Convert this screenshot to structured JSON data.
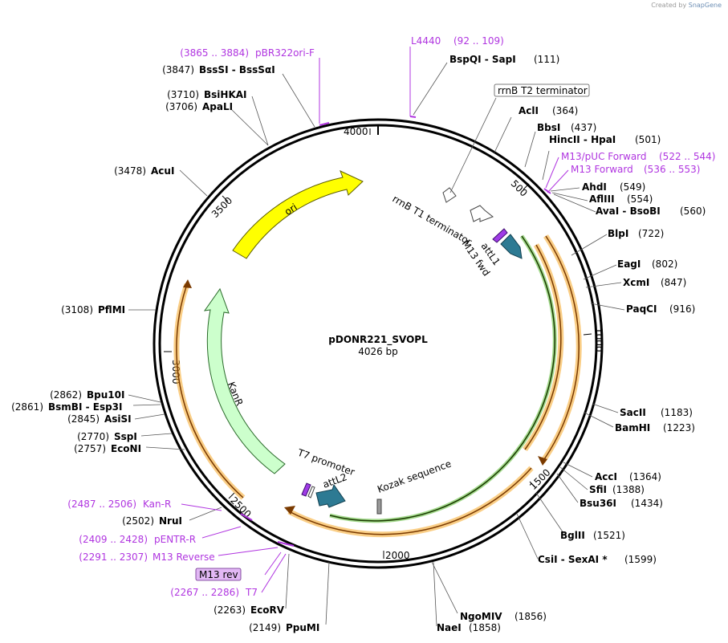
{
  "credit": {
    "prefix": "Created by",
    "brand": "SnapGene"
  },
  "plasmid": {
    "name": "pDONR221_SVOPL",
    "length": "4026 bp"
  },
  "ticks": [
    "500",
    "1000",
    "1500",
    "2000",
    "2500",
    "3000",
    "3500",
    "4000"
  ],
  "features": {
    "ori": "ori",
    "kanr": "KanR",
    "rrnb_t1": "rrnB T1 terminator",
    "rrnb_t2": "rrnB T2 terminator",
    "m13_fwd": "M13 fwd",
    "attl1": "attL1",
    "attl2": "attL2",
    "t7_promoter": "T7 promoter",
    "kozak": "Kozak sequence",
    "m13_rev": "M13 rev"
  },
  "sites": [
    {
      "pos": "(111)",
      "name": "BspQI  - SapI"
    },
    {
      "pos": "(364)",
      "name": "AclI"
    },
    {
      "pos": "(437)",
      "name": "BbsI"
    },
    {
      "pos": "(501)",
      "name": "HincII  - HpaI"
    },
    {
      "pos": "(549)",
      "name": "AhdI"
    },
    {
      "pos": "(554)",
      "name": "AflIII"
    },
    {
      "pos": "(560)",
      "name": "AvaI  - BsoBI"
    },
    {
      "pos": "(722)",
      "name": "BlpI"
    },
    {
      "pos": "(802)",
      "name": "EagI"
    },
    {
      "pos": "(847)",
      "name": "XcmI"
    },
    {
      "pos": "(916)",
      "name": "PaqCI"
    },
    {
      "pos": "(1183)",
      "name": "SacII"
    },
    {
      "pos": "(1223)",
      "name": "BamHI"
    },
    {
      "pos": "(1364)",
      "name": "AccI"
    },
    {
      "pos": "(1388)",
      "name": "SfiI"
    },
    {
      "pos": "(1434)",
      "name": "Bsu36I"
    },
    {
      "pos": "(1521)",
      "name": "BglII"
    },
    {
      "pos": "(1599)",
      "name": "CsiI  - SexAI *"
    },
    {
      "pos": "(1856)",
      "name": "NgoMIV"
    },
    {
      "pos": "(1858)",
      "name": "NaeI"
    },
    {
      "pos": "(2149)",
      "name": "PpuMI"
    },
    {
      "pos": "(2263)",
      "name": "EcoRV"
    },
    {
      "pos": "(2502)",
      "name": "NruI"
    },
    {
      "pos": "(2757)",
      "name": "EcoNI"
    },
    {
      "pos": "(2770)",
      "name": "SspI"
    },
    {
      "pos": "(2845)",
      "name": "AsiSI"
    },
    {
      "pos": "(2861)",
      "name": "BsmBI  - Esp3I"
    },
    {
      "pos": "(2862)",
      "name": "Bpu10I"
    },
    {
      "pos": "(3108)",
      "name": "PflMI"
    },
    {
      "pos": "(3478)",
      "name": "AcuI"
    },
    {
      "pos": "(3706)",
      "name": "ApaLI"
    },
    {
      "pos": "(3710)",
      "name": "BsiHKAI"
    },
    {
      "pos": "(3847)",
      "name": "BssSI  - BssSαI"
    }
  ],
  "primers": [
    {
      "pos": "(92 .. 109)",
      "name": "L4440"
    },
    {
      "pos": "(522 .. 544)",
      "name": "M13/pUC Forward"
    },
    {
      "pos": "(536 .. 553)",
      "name": "M13 Forward"
    },
    {
      "pos": "(2487 .. 2506)",
      "name": "Kan-R"
    },
    {
      "pos": "(2409 .. 2428)",
      "name": "pENTR-R"
    },
    {
      "pos": "(2291 .. 2307)",
      "name": "M13 Reverse"
    },
    {
      "pos": "(2267 .. 2286)",
      "name": "T7"
    },
    {
      "pos": "(3865 .. 3884)",
      "name": "pBR322ori-F"
    }
  ],
  "colors": {
    "ori": "#ffff00",
    "kanr": "#ccffcc",
    "orange": "#f5a623",
    "green": "#33aa00",
    "teal": "#2d7a93",
    "primer": "#b035e0",
    "m13rev_box": "#e2b8f5"
  }
}
